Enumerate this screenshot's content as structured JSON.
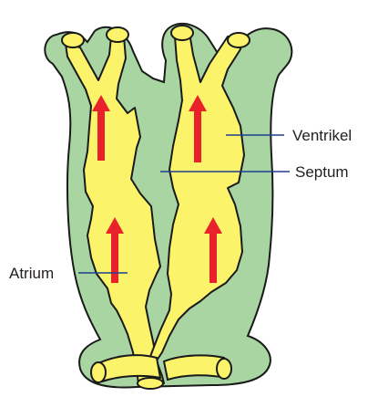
{
  "labels": {
    "ventricle": "Ventrikel",
    "septum": "Septum",
    "atrium": "Atrium"
  },
  "colors": {
    "tissue": "#a8d5a2",
    "chamber": "#fbf46a",
    "outline": "#1a1a1a",
    "arrow": "#e8212b",
    "leader": "#1e3f8f",
    "text": "#231f20"
  }
}
